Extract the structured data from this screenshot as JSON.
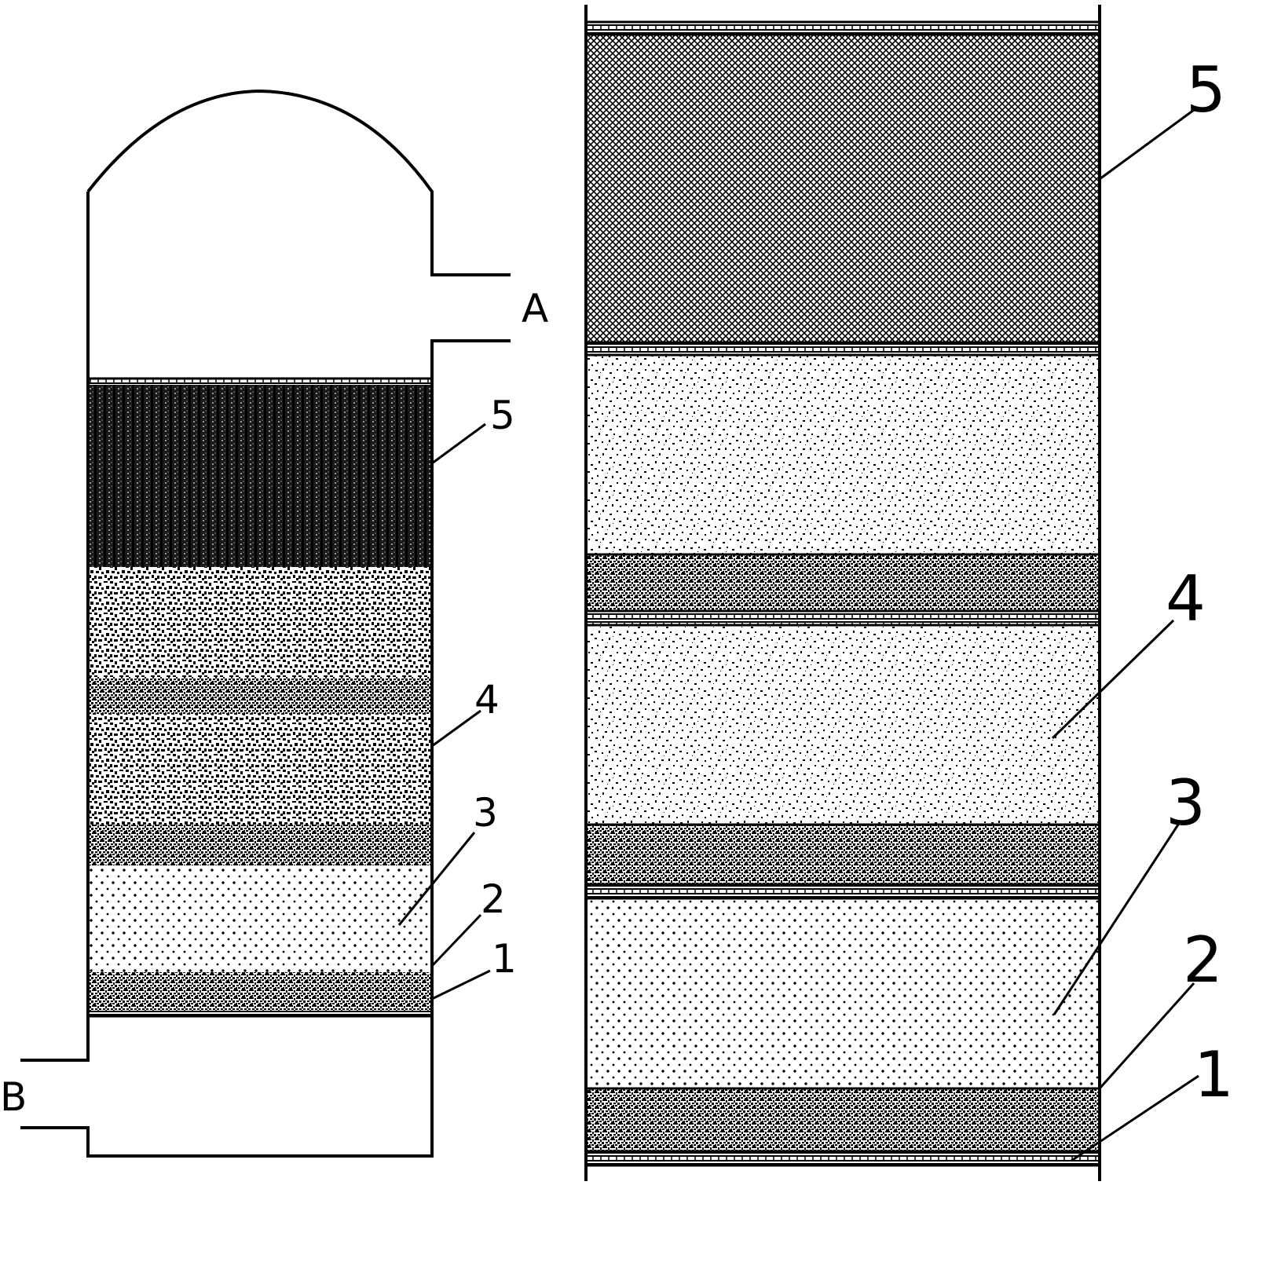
{
  "left_figure": {
    "port_top": "A",
    "port_bottom": "B",
    "labels": [
      "5",
      "4",
      "3",
      "2",
      "1"
    ]
  },
  "right_figure": {
    "labels": [
      "5",
      "4",
      "3",
      "2",
      "1"
    ]
  },
  "colors": {
    "stroke": "#000000",
    "background": "#ffffff"
  }
}
